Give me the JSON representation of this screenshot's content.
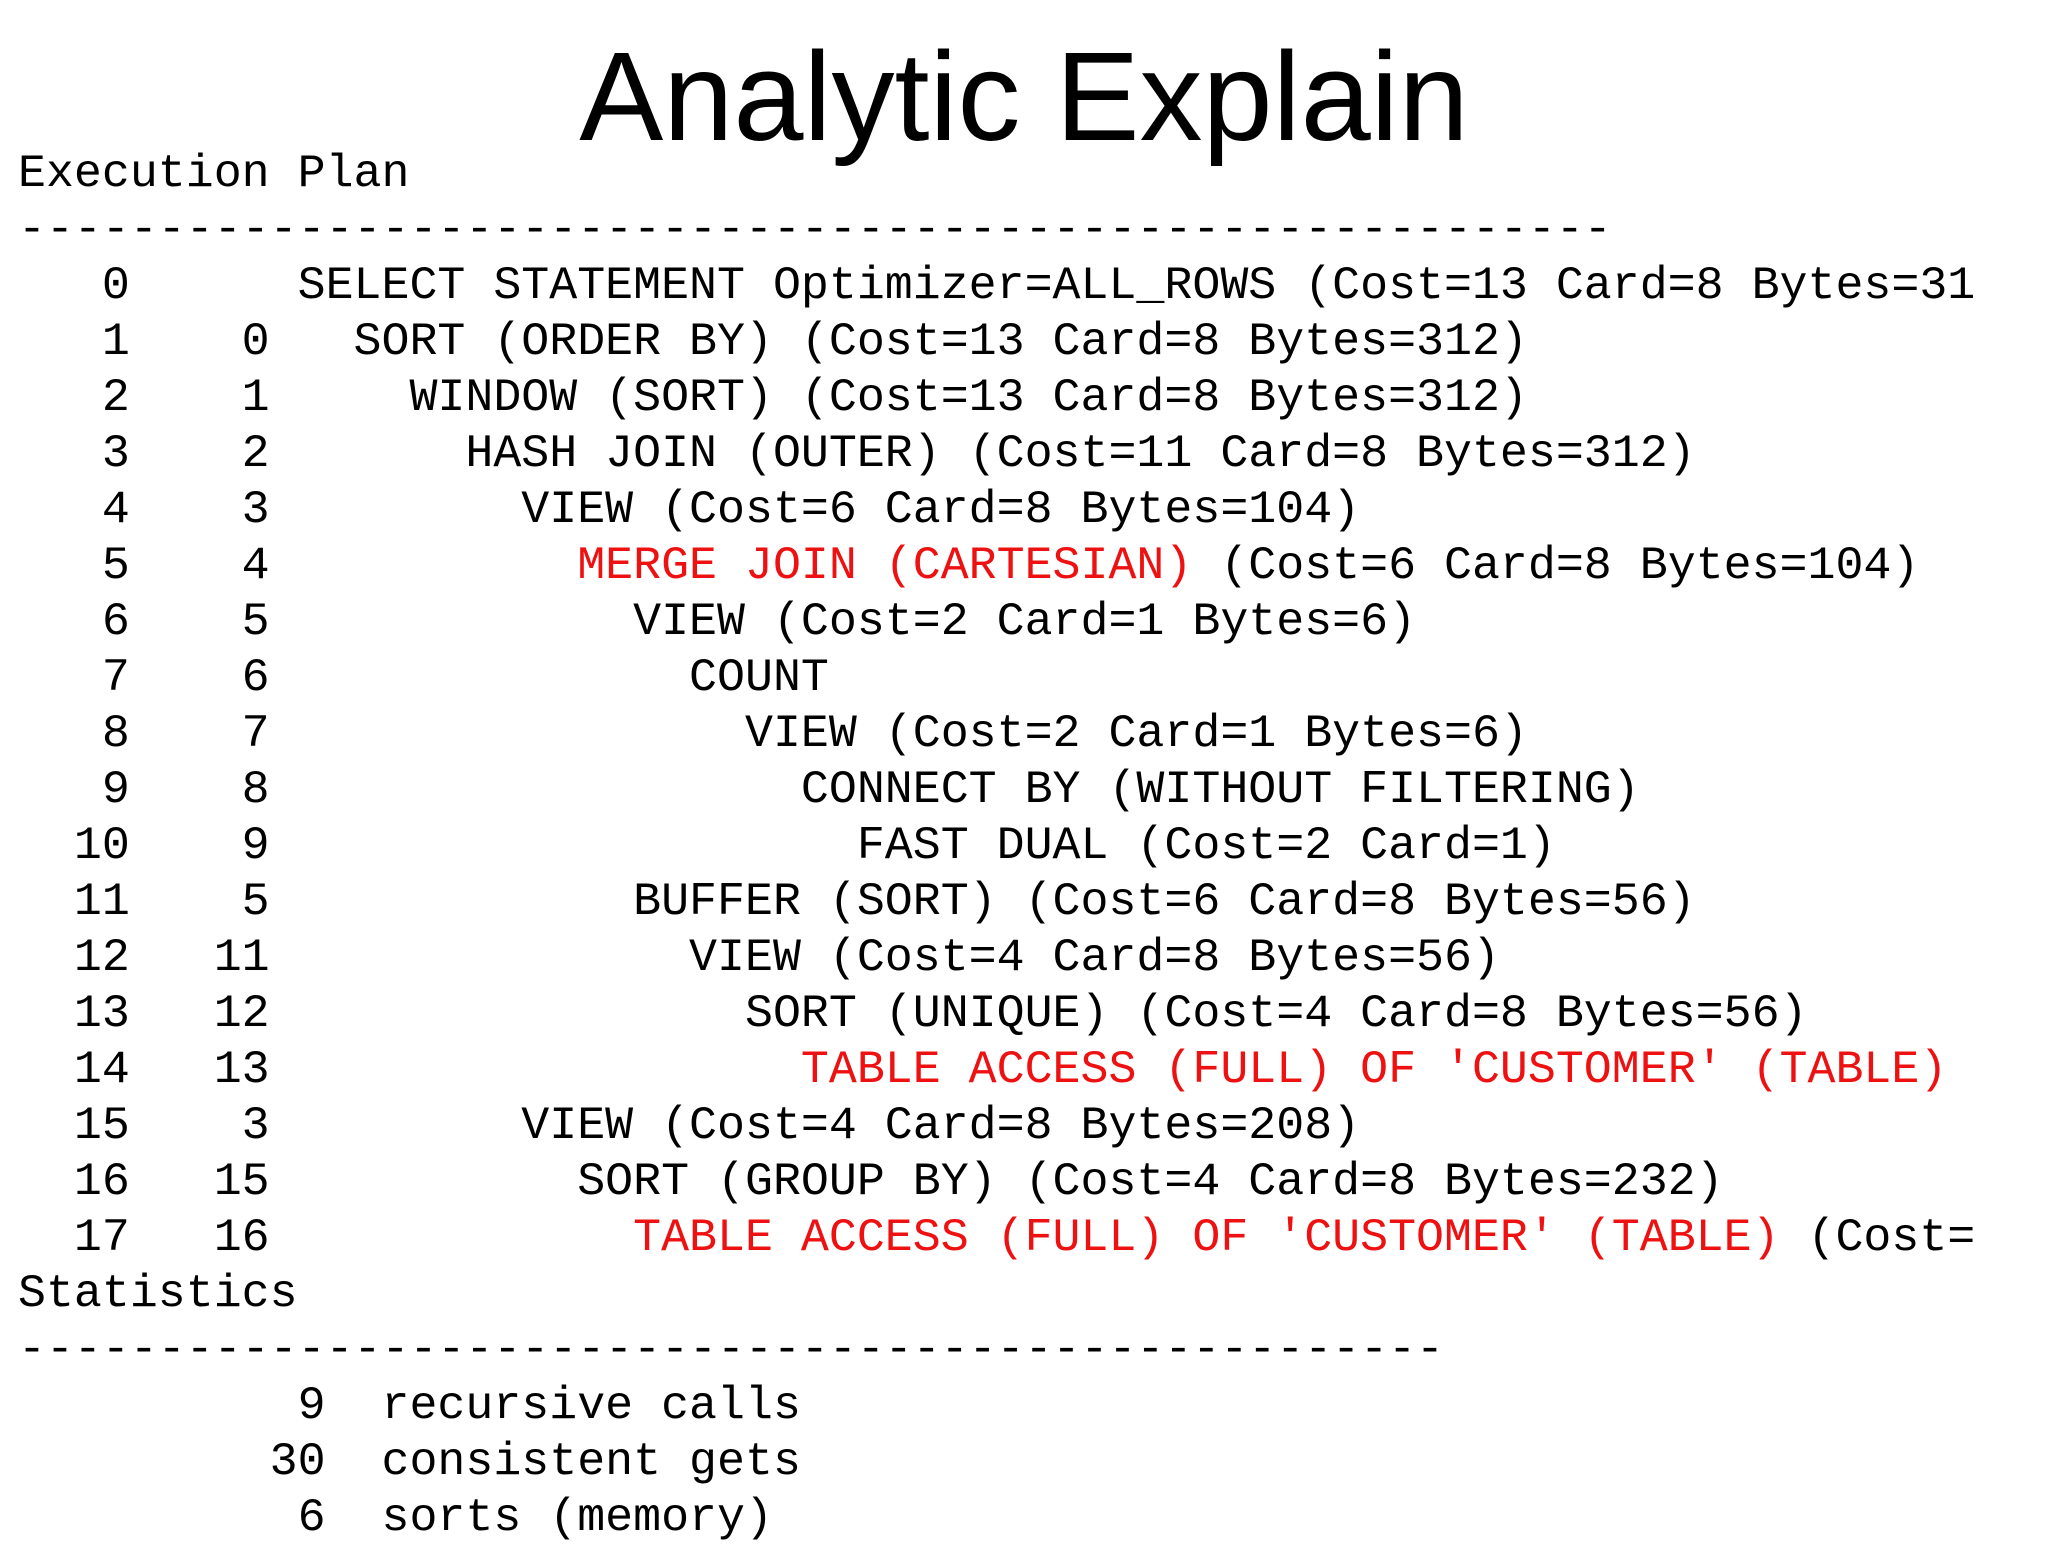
{
  "title": "Analytic Explain",
  "colors": {
    "background": "#ffffff",
    "text": "#000000",
    "highlight": "#ee1111"
  },
  "terminal": {
    "lines": [
      {
        "name": "execution-plan-header",
        "segments": [
          {
            "text": "Execution Plan",
            "red": false
          }
        ]
      },
      {
        "name": "plan-divider",
        "segments": [
          {
            "text": "---------------------------------------------------------",
            "red": false
          }
        ]
      },
      {
        "name": "plan-row-0",
        "segments": [
          {
            "text": "   0      SELECT STATEMENT Optimizer=ALL_ROWS (Cost=13 Card=8 Bytes=31",
            "red": false
          }
        ]
      },
      {
        "name": "plan-row-1",
        "segments": [
          {
            "text": "   1    0   SORT (ORDER BY) (Cost=13 Card=8 Bytes=312)",
            "red": false
          }
        ]
      },
      {
        "name": "plan-row-2",
        "segments": [
          {
            "text": "   2    1     WINDOW (SORT) (Cost=13 Card=8 Bytes=312)",
            "red": false
          }
        ]
      },
      {
        "name": "plan-row-3",
        "segments": [
          {
            "text": "   3    2       HASH JOIN (OUTER) (Cost=11 Card=8 Bytes=312)",
            "red": false
          }
        ]
      },
      {
        "name": "plan-row-4",
        "segments": [
          {
            "text": "   4    3         VIEW (Cost=6 Card=8 Bytes=104)",
            "red": false
          }
        ]
      },
      {
        "name": "plan-row-5",
        "segments": [
          {
            "text": "   5    4           ",
            "red": false
          },
          {
            "text": "MERGE JOIN (CARTESIAN)",
            "red": true
          },
          {
            "text": " (Cost=6 Card=8 Bytes=104)",
            "red": false
          }
        ]
      },
      {
        "name": "plan-row-6",
        "segments": [
          {
            "text": "   6    5             VIEW (Cost=2 Card=1 Bytes=6)",
            "red": false
          }
        ]
      },
      {
        "name": "plan-row-7",
        "segments": [
          {
            "text": "   7    6               COUNT",
            "red": false
          }
        ]
      },
      {
        "name": "plan-row-8",
        "segments": [
          {
            "text": "   8    7                 VIEW (Cost=2 Card=1 Bytes=6)",
            "red": false
          }
        ]
      },
      {
        "name": "plan-row-9",
        "segments": [
          {
            "text": "   9    8                   CONNECT BY (WITHOUT FILTERING)",
            "red": false
          }
        ]
      },
      {
        "name": "plan-row-10",
        "segments": [
          {
            "text": "  10    9                     FAST DUAL (Cost=2 Card=1)",
            "red": false
          }
        ]
      },
      {
        "name": "plan-row-11",
        "segments": [
          {
            "text": "  11    5             BUFFER (SORT) (Cost=6 Card=8 Bytes=56)",
            "red": false
          }
        ]
      },
      {
        "name": "plan-row-12",
        "segments": [
          {
            "text": "  12   11               VIEW (Cost=4 Card=8 Bytes=56)",
            "red": false
          }
        ]
      },
      {
        "name": "plan-row-13",
        "segments": [
          {
            "text": "  13   12                 SORT (UNIQUE) (Cost=4 Card=8 Bytes=56)",
            "red": false
          }
        ]
      },
      {
        "name": "plan-row-14",
        "segments": [
          {
            "text": "  14   13                   ",
            "red": false
          },
          {
            "text": "TABLE ACCESS (FULL) OF 'CUSTOMER' (TABLE)",
            "red": true
          }
        ]
      },
      {
        "name": "plan-row-15",
        "segments": [
          {
            "text": "  15    3         VIEW (Cost=4 Card=8 Bytes=208)",
            "red": false
          }
        ]
      },
      {
        "name": "plan-row-16",
        "segments": [
          {
            "text": "  16   15           SORT (GROUP BY) (Cost=4 Card=8 Bytes=232)",
            "red": false
          }
        ]
      },
      {
        "name": "plan-row-17",
        "segments": [
          {
            "text": "  17   16             ",
            "red": false
          },
          {
            "text": "TABLE ACCESS (FULL) OF 'CUSTOMER' (TABLE)",
            "red": true
          },
          {
            "text": " (Cost=",
            "red": false
          }
        ]
      },
      {
        "name": "statistics-header",
        "segments": [
          {
            "text": "Statistics",
            "red": false
          }
        ]
      },
      {
        "name": "statistics-divider",
        "segments": [
          {
            "text": "---------------------------------------------------",
            "red": false
          }
        ]
      },
      {
        "name": "stat-recursive-calls",
        "segments": [
          {
            "text": "          9  recursive calls",
            "red": false
          }
        ]
      },
      {
        "name": "stat-consistent-gets",
        "segments": [
          {
            "text": "         30  consistent gets",
            "red": false
          }
        ]
      },
      {
        "name": "stat-sorts-memory",
        "segments": [
          {
            "text": "          6  sorts (memory)",
            "red": false
          }
        ]
      }
    ]
  }
}
